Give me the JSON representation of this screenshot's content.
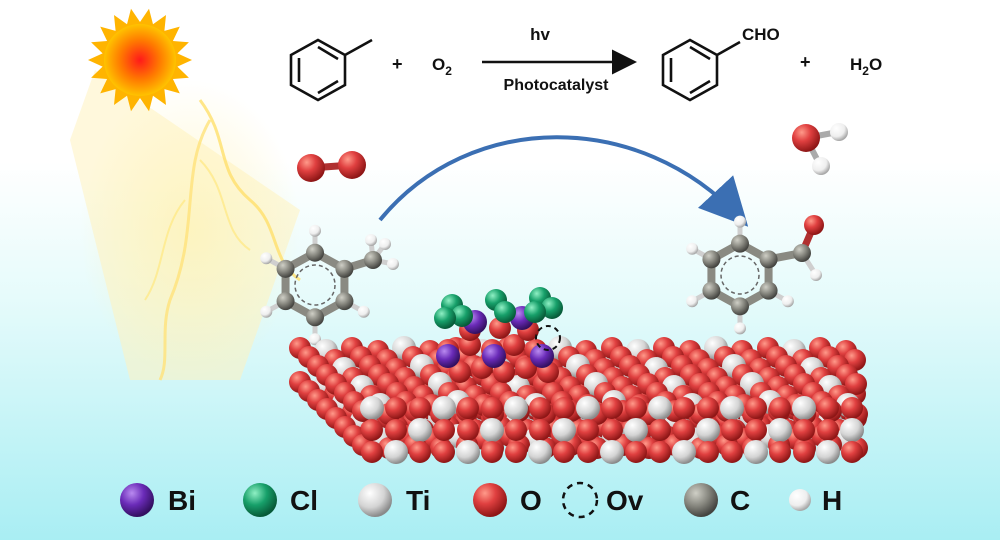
{
  "reaction": {
    "plus1": "+",
    "reactant_o2": "O",
    "reactant_o2_sub": "2",
    "arrow_top": "hv",
    "arrow_bottom": "Photocatalyst",
    "product_cho": "CHO",
    "plus2": "+",
    "product_h2o_h": "H",
    "product_h2o_sub": "2",
    "product_h2o_o": "O"
  },
  "legend": [
    {
      "label": "Bi",
      "color": "#6a2bb8",
      "icon": "purple-sphere-icon"
    },
    {
      "label": "Cl",
      "color": "#17a06a",
      "icon": "green-sphere-icon"
    },
    {
      "label": "Ti",
      "color": "#d9d9d9",
      "icon": "white-sphere-icon"
    },
    {
      "label": "O",
      "color": "#dd3b3b",
      "icon": "red-sphere-icon"
    },
    {
      "label": "Ov",
      "color": "#000000",
      "icon": "dashed-circle-icon"
    },
    {
      "label": "C",
      "color": "#6e6e6e",
      "icon": "gray-sphere-icon"
    },
    {
      "label": "H",
      "color": "#f5f5f5",
      "icon": "white-small-sphere-icon"
    }
  ],
  "colors": {
    "arrow": "#3b6fb3",
    "sun": "#ffb400",
    "bi": "#6a2bb8",
    "cl": "#17a06a",
    "ti": "#dcdcdc",
    "o": "#dd3b3b",
    "c": "#7a7a72",
    "h": "#f3f3f3"
  }
}
